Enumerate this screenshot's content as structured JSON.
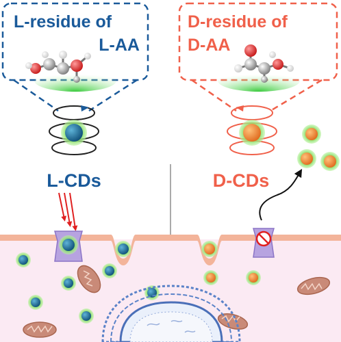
{
  "left_panel": {
    "title_line1": "L-residue of",
    "title_line2": "L-AA",
    "particle_label": "L-CDs",
    "color": "#1a5a9a"
  },
  "right_panel": {
    "title_line1": "D-residue of",
    "title_line2": "D-AA",
    "particle_label": "D-CDs",
    "color": "#f0604a"
  },
  "colors": {
    "membrane": "#f3b49a",
    "cytoplasm": "#fbeaf3",
    "cd_core_left": "#1e6f96",
    "cd_core_right": "#f08a3a",
    "cd_glow": "#7ddb5a",
    "arrow": "#e02020",
    "mitochondria": "#c98a78",
    "nucleus": "#5a82c8",
    "transporter": "#b7a3e0"
  },
  "icons": [
    "molecule-icon",
    "rotation-arrow-icon",
    "transporter-icon",
    "prohibited-icon",
    "mitochondrion-icon",
    "nucleus-icon"
  ]
}
